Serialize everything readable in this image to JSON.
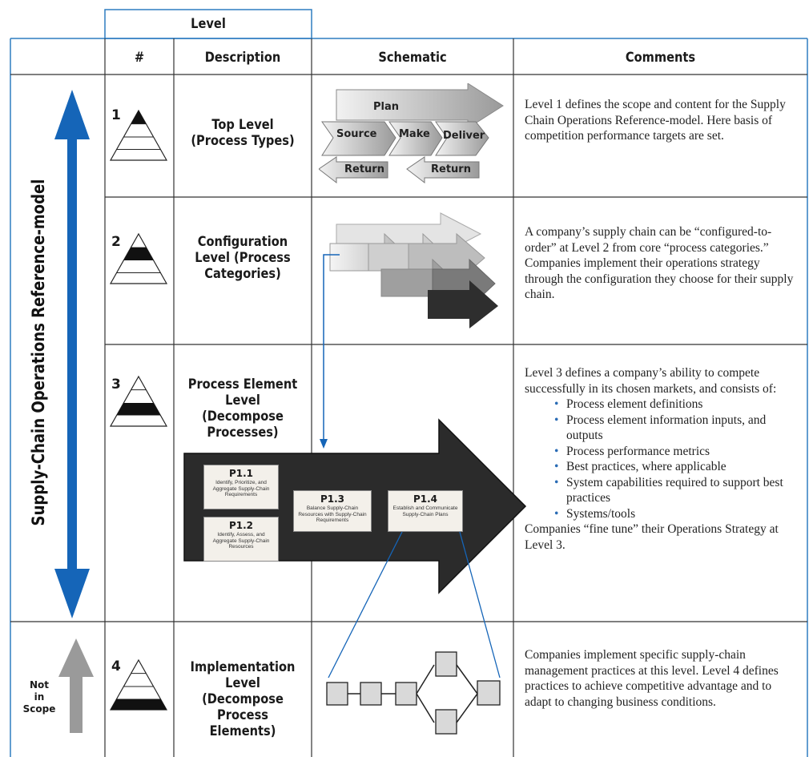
{
  "header": {
    "level": "Level",
    "num": "#",
    "description": "Description",
    "schematic": "Schematic",
    "comments": "Comments"
  },
  "side_label": "Supply-Chain Operations Reference-model",
  "not_in_scope": [
    "Not",
    "in",
    "Scope"
  ],
  "rows": [
    {
      "number": "1",
      "description": [
        "Top Level",
        "(Process Types)"
      ],
      "comment": "Level 1 defines the scope and content for the Supply Chain Operations Reference-model. Here basis of competition performance targets are set."
    },
    {
      "number": "2",
      "description": [
        "Configuration",
        "Level (Process",
        "Categories)"
      ],
      "comment": "A company’s supply chain can be “configured-to-order” at Level 2 from core “process categories.” Companies implement their operations strategy through the configuration they choose for their supply chain."
    },
    {
      "number": "3",
      "description": [
        "Process Element",
        "Level",
        "(Decompose",
        "Processes)"
      ],
      "comment_intro": "Level 3 defines a company’s ability to compete successfully in its chosen markets, and consists of:",
      "bullets": [
        "Process element definitions",
        "Process element information inputs, and outputs",
        "Process performance metrics",
        "Best practices, where applicable",
        "System capabilities required to support best practices",
        "Systems/tools"
      ],
      "comment_outro": "Companies “fine tune” their Operations Strategy at Level 3."
    },
    {
      "number": "4",
      "description": [
        "Implementation",
        "Level",
        "(Decompose",
        "Process",
        "Elements)"
      ],
      "comment": "Companies implement specific supply-chain management practices at this level. Level 4 defines practices to achieve competitive advantage and to adapt to changing business conditions."
    }
  ],
  "schematic_level1": {
    "plan": "Plan",
    "source": "Source",
    "make": "Make",
    "deliver": "Deliver",
    "return_left": "Return",
    "return_right": "Return"
  },
  "process_elements": [
    {
      "id": "P1.1",
      "text": "Identify, Prioritize, and Aggregate Supply-Chain Requirements"
    },
    {
      "id": "P1.2",
      "text": "Identify, Assess, and Aggregate Supply-Chain Resources"
    },
    {
      "id": "P1.3",
      "text": "Balance Supply-Chain Resources with Supply-Chain Requirements"
    },
    {
      "id": "P1.4",
      "text": "Establish and Communicate Supply-Chain Plans"
    }
  ],
  "colors": {
    "frame_blue": "#2f7dc1",
    "arrow_blue": "#1565b8",
    "grid": "#4a4a4a",
    "dark_arrow": "#2b2b2b"
  }
}
